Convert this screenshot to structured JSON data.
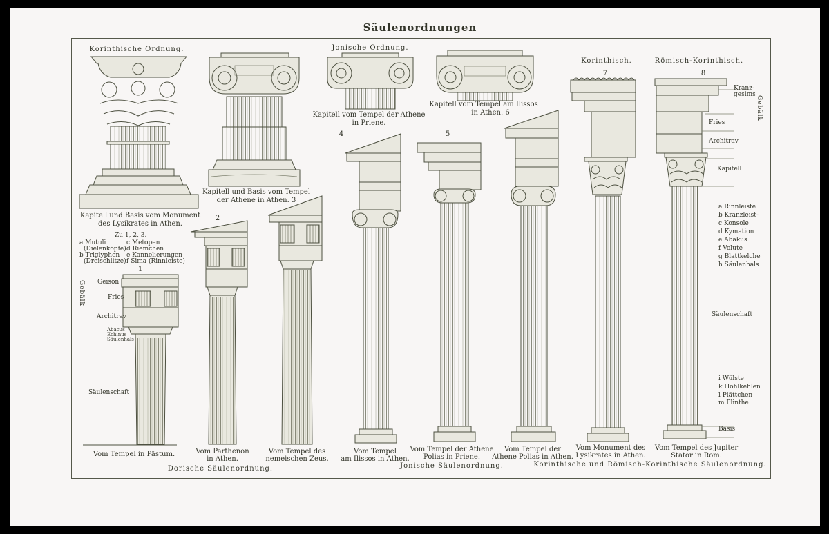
{
  "title": "Säulenordnungen",
  "top_labels": {
    "korinthische_ordnung": "Korinthische Ordnung.",
    "ionische_ordnung": "Jonische Ordnung.",
    "korinthisch": "Korinthisch.",
    "roemisch_korinthisch": "Römisch-Korinthisch."
  },
  "captions": {
    "lysikrates_1": "Kapitell und Basis vom Monument",
    "lysikrates_2": "des Lysikrates in Athen.",
    "athene_athen_1": "Kapitell und Basis vom Tempel",
    "athene_athen_2": "der Athene in Athen. 3",
    "priene_1": "Kapitell vom Tempel der Athene",
    "priene_2": "in Priene.",
    "ilissos_1": "Kapitell vom Tempel am Ilissos",
    "ilissos_2": "in Athen. 6"
  },
  "numbers": [
    "1",
    "2",
    "4",
    "5",
    "7",
    "8"
  ],
  "legend_doric": {
    "heading": "Zu 1, 2, 3.",
    "items": [
      "a Mutuli",
      "(Dielenköpfe)",
      "b Triglyphen",
      "(Dreischlitze)",
      "c Metopen",
      "d Riemchen",
      "e Kannelierungen",
      "f Sima (Rinnleiste)"
    ]
  },
  "legend_corinthian": [
    "a Rinnleiste",
    "b Kranzleist-",
    "c Konsole",
    "d Kymation",
    "e Abakus",
    "f Volute",
    "g Blattkelche",
    "h Säulenhals"
  ],
  "legend_base": [
    "i Wülste",
    "k Hohlkehlen",
    "l Plättchen",
    "m Plinthe"
  ],
  "doric_parts": {
    "gebaelk": "Gebälk",
    "geison": "Geison",
    "fries": "Fries",
    "architrav": "Architrav",
    "abacus": "Abacus",
    "echinus": "Echinus",
    "saeulenhals": "Säulenhals",
    "saeulenschaft": "Säulenschaft"
  },
  "roman_parts": {
    "kranzgesims": "Kranz-",
    "kranzgesims_2": "gesims",
    "fries": "Fries",
    "architrav": "Architrav",
    "kapitell": "Kapitell",
    "saeulenschaft": "Säulenschaft",
    "basis": "Basis",
    "gebaelk": "Gebälk"
  },
  "bottom_captions": {
    "paestum": "Vom Tempel in Pästum.",
    "parthenon_1": "Vom Parthenon",
    "parthenon_2": "in Athen.",
    "nemea_1": "Vom Tempel des",
    "nemea_2": "nemeischen Zeus.",
    "ilissos_1": "Vom Tempel",
    "ilissos_2": "am Ilissos in Athen.",
    "priene_1": "Vom Tempel der Athene",
    "priene_2": "Polias in Priene.",
    "polias_1": "Vom Tempel der",
    "polias_2": "Athene Polias in Athen.",
    "lysikrates_1": "Vom Monument des",
    "lysikrates_2": "Lysikrates in Athen.",
    "stator_1": "Vom Tempel des Jupiter",
    "stator_2": "Stator in Rom."
  },
  "order_captions": {
    "doric": "Dorische Säulenordnung.",
    "ionic": "Jonische Säulenordnung.",
    "corinthian": "Korinthische und Römisch-Korinthische Säulenordnung."
  },
  "colors": {
    "paper": "#f8f6f5",
    "ink": "#4d5040",
    "border": "#000000"
  }
}
